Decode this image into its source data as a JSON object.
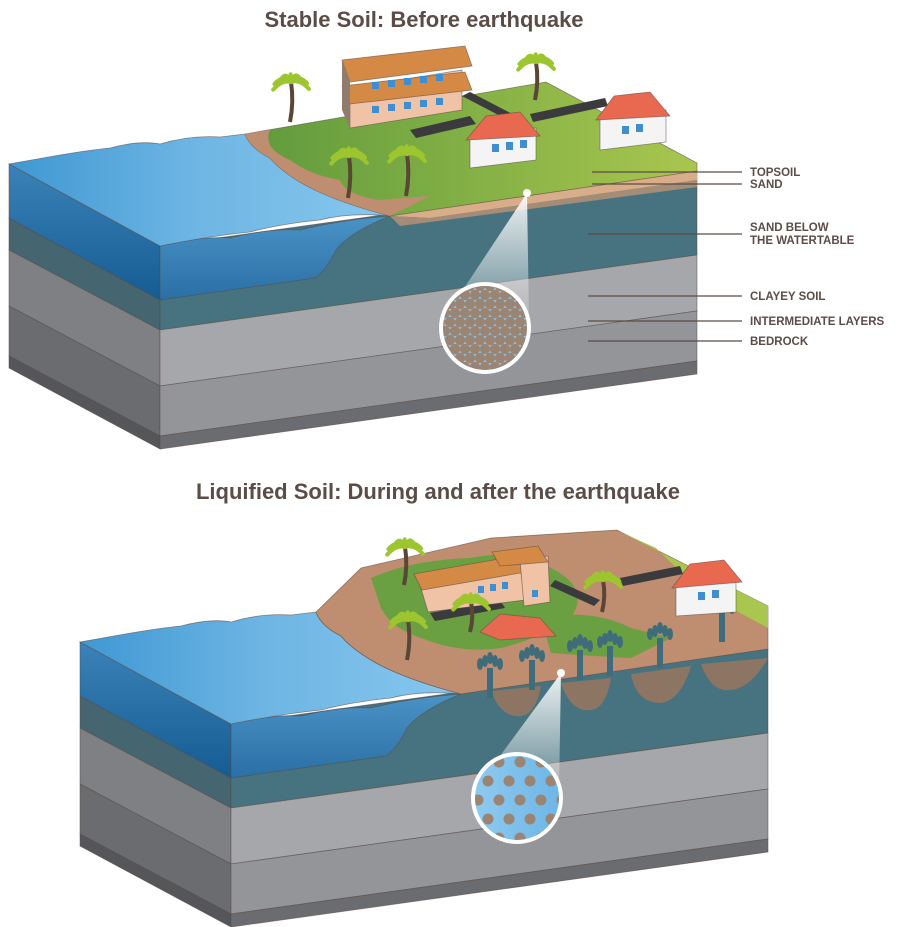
{
  "titles": {
    "before": "Stable Soil: Before earthquake",
    "after": "Liquified Soil: During and after the earthquake"
  },
  "layer_labels": {
    "topsoil": "TOPSOIL",
    "sand": "SAND",
    "sand_below_1": "SAND BELOW",
    "sand_below_2": "THE WATERTABLE",
    "clayey_soil": "CLAYEY SOIL",
    "intermediate": "INTERMEDIATE LAYERS",
    "bedrock": "BEDROCK"
  },
  "colors": {
    "water_top": "#7cbfe8",
    "water_front": "#2f78ad",
    "saturated_sand": "#46737f",
    "clay": "#a6a7aa",
    "bedrock": "#939598",
    "grass": "#6aa041",
    "dirt": "#b5876a",
    "roof": "#e8694f",
    "label_text": "#5b4c46"
  }
}
